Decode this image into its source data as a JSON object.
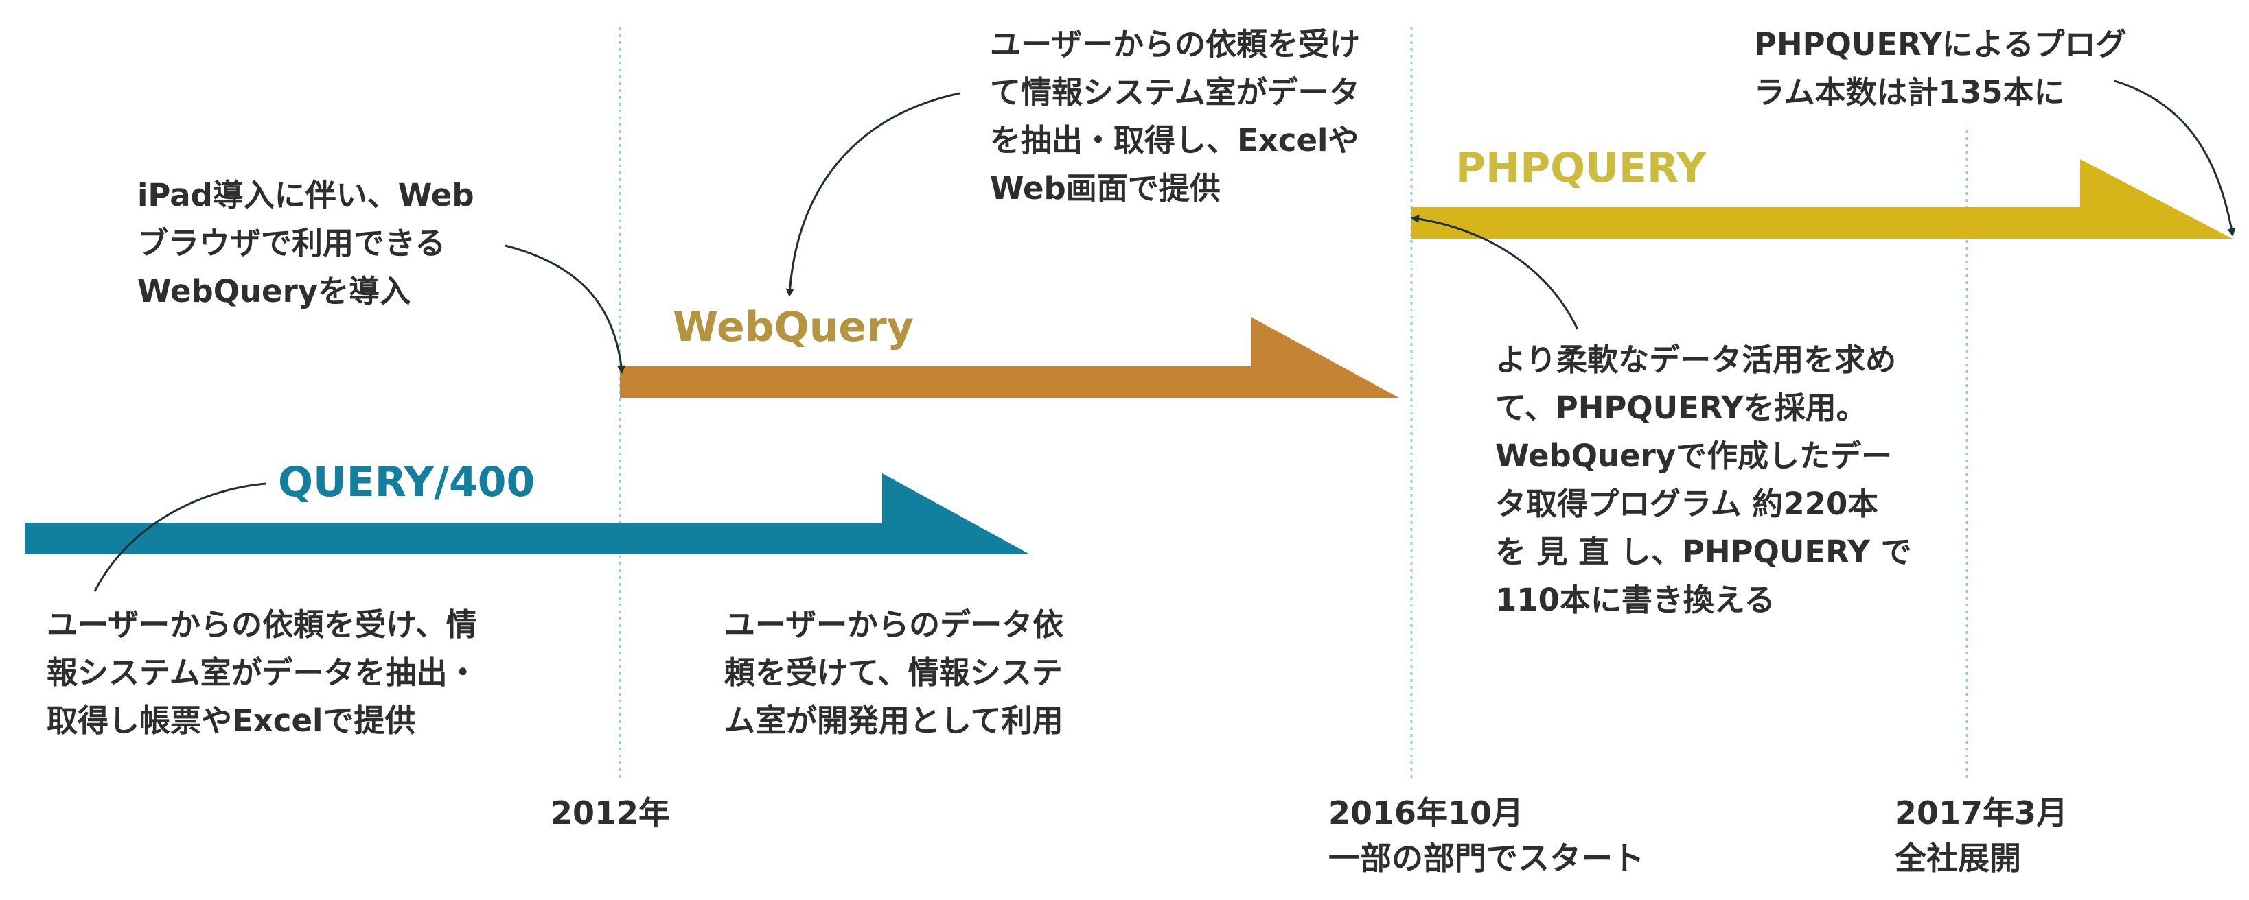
{
  "colors": {
    "query400": "#137f9f",
    "webquery": "#c48433",
    "webquery_label": "#b5933f",
    "phpquery": "#d6b51a",
    "phpquery_label": "#cdbb3e",
    "guide": "#8fcfe0",
    "arrow_line": "#1f2f35"
  },
  "bars": {
    "query400": {
      "label": "QUERY/400"
    },
    "webquery": {
      "label": "WebQuery"
    },
    "phpquery": {
      "label": "PHPQUERY"
    }
  },
  "timeline": [
    {
      "date": "2012年",
      "sub": ""
    },
    {
      "date": "2016年10月",
      "sub": "一部の部門でスタート"
    },
    {
      "date": "2017年3月",
      "sub": "全社展開"
    }
  ],
  "notes": {
    "query400_desc": [
      "ユーザーからの依頼を受け、情",
      "報システム室がデータを抽出・",
      "取得し帳票やExcelで提供"
    ],
    "query400_dev": [
      "ユーザーからのデータ依",
      "頼を受けて、情報システ",
      "ム室が開発用として利用"
    ],
    "webquery_intro": [
      "iPad導入に伴い、Web",
      "ブラウザで利用できる",
      "WebQueryを導入"
    ],
    "webquery_desc": [
      "ユーザーからの依頼を受け",
      "て情報システム室がデータ",
      "を抽出・取得し、Excelや",
      "Web画面で提供"
    ],
    "phpquery_intro": [
      "より柔軟なデータ活用を求め",
      "て、PHPQUERYを採用。",
      "WebQueryで作成したデー",
      "タ取得プログラム 約220本",
      "を 見 直 し、PHPQUERY で",
      "110本に書き換える"
    ],
    "phpquery_total": [
      "PHPQUERYによるプログ",
      "ラム本数は計135本に"
    ]
  }
}
